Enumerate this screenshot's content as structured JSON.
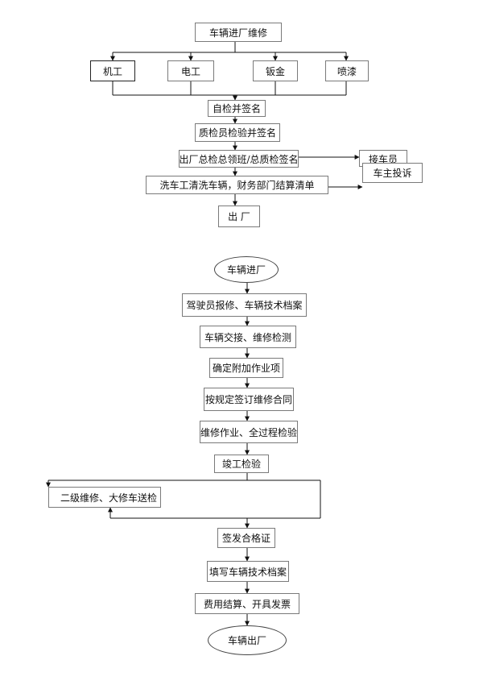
{
  "flow1": {
    "start": "车辆进厂维修",
    "trades": [
      "机工",
      "电工",
      "钣金",
      "喷漆"
    ],
    "self_check": "自检并签名",
    "qc_check": "质检员检验并签名",
    "final_check": "出厂总检总领班/总质检签名",
    "wash_settle": "洗车工清洗车辆，财务部门结算清单",
    "exit": "出  厂",
    "receptionist": "接车员",
    "complaint": "车主投诉"
  },
  "flow2": {
    "start": "车辆进厂",
    "report": "驾驶员报修、车辆技术档案",
    "handover": "车辆交接、维修检测",
    "additional": "确定附加作业项",
    "contract": "按规定签订维修合同",
    "repair": "维修作业、全过程检验",
    "completion": "竣工检验",
    "level2": "二级维修、大修车送检",
    "certificate": "签发合格证",
    "record": "填写车辆技术档案",
    "billing": "费用结算、开具发票",
    "exit": "车辆出厂"
  },
  "colors": {
    "line": "#111111",
    "border": "#7a7a7a"
  }
}
